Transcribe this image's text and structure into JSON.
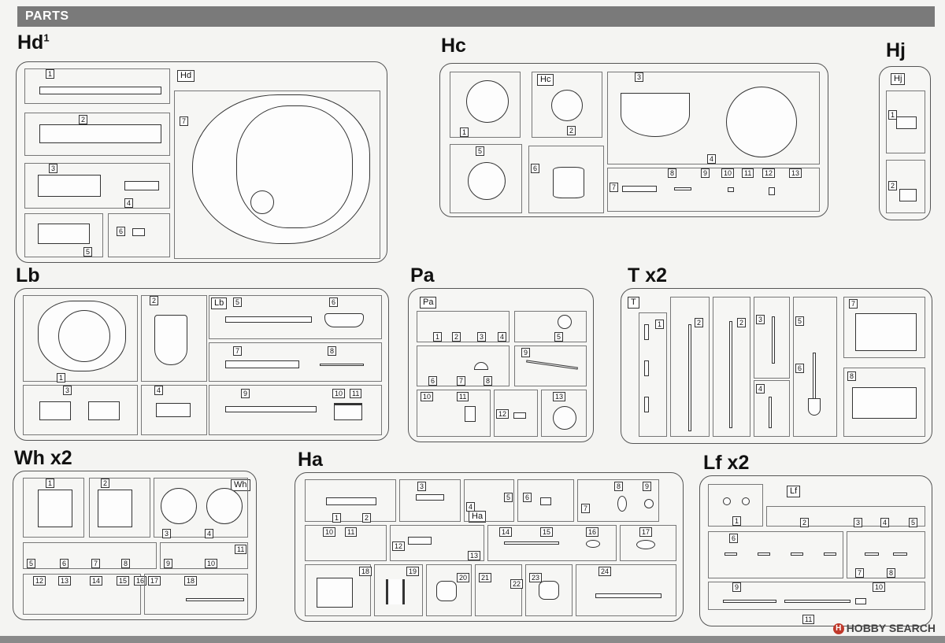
{
  "header": {
    "title": "PARTS"
  },
  "sprues": [
    {
      "id": "hd",
      "label": "Hd",
      "sup": "1",
      "code": "Hd",
      "numbers": [
        "1",
        "2",
        "3",
        "4",
        "5",
        "6",
        "7"
      ]
    },
    {
      "id": "hc",
      "label": "Hc",
      "code": "Hc",
      "numbers": [
        "1",
        "2",
        "3",
        "4",
        "5",
        "6",
        "7",
        "8",
        "9",
        "10",
        "11",
        "12",
        "13"
      ]
    },
    {
      "id": "hj",
      "label": "Hj",
      "code": "Hj",
      "numbers": [
        "1",
        "2"
      ]
    },
    {
      "id": "lb",
      "label": "Lb",
      "code": "Lb",
      "numbers": [
        "1",
        "2",
        "3",
        "4",
        "5",
        "6",
        "7",
        "8",
        "9",
        "10",
        "11"
      ]
    },
    {
      "id": "pa",
      "label": "Pa",
      "code": "Pa",
      "numbers": [
        "1",
        "2",
        "3",
        "4",
        "5",
        "6",
        "7",
        "8",
        "9",
        "10",
        "11",
        "12",
        "13"
      ]
    },
    {
      "id": "t",
      "label": "T x2",
      "code": "T",
      "numbers": [
        "1",
        "2",
        "2",
        "3",
        "4",
        "5",
        "6",
        "7",
        "8"
      ]
    },
    {
      "id": "wh",
      "label": "Wh x2",
      "code": "Wh",
      "numbers": [
        "1",
        "2",
        "3",
        "4",
        "5",
        "6",
        "7",
        "8",
        "9",
        "10",
        "11",
        "12",
        "13",
        "14",
        "15",
        "16",
        "17",
        "18"
      ]
    },
    {
      "id": "ha",
      "label": "Ha",
      "code": "Ha",
      "numbers": [
        "1",
        "2",
        "3",
        "4",
        "5",
        "6",
        "7",
        "8",
        "9",
        "10",
        "11",
        "12",
        "13",
        "14",
        "15",
        "16",
        "17",
        "18",
        "19",
        "20",
        "21",
        "22",
        "23",
        "24"
      ]
    },
    {
      "id": "lf",
      "label": "Lf x2",
      "code": "Lf",
      "numbers": [
        "1",
        "2",
        "3",
        "4",
        "5",
        "6",
        "7",
        "8",
        "9",
        "10",
        "11"
      ]
    }
  ],
  "watermark": {
    "text": "HOBBY SEARCH",
    "logo": "H"
  }
}
